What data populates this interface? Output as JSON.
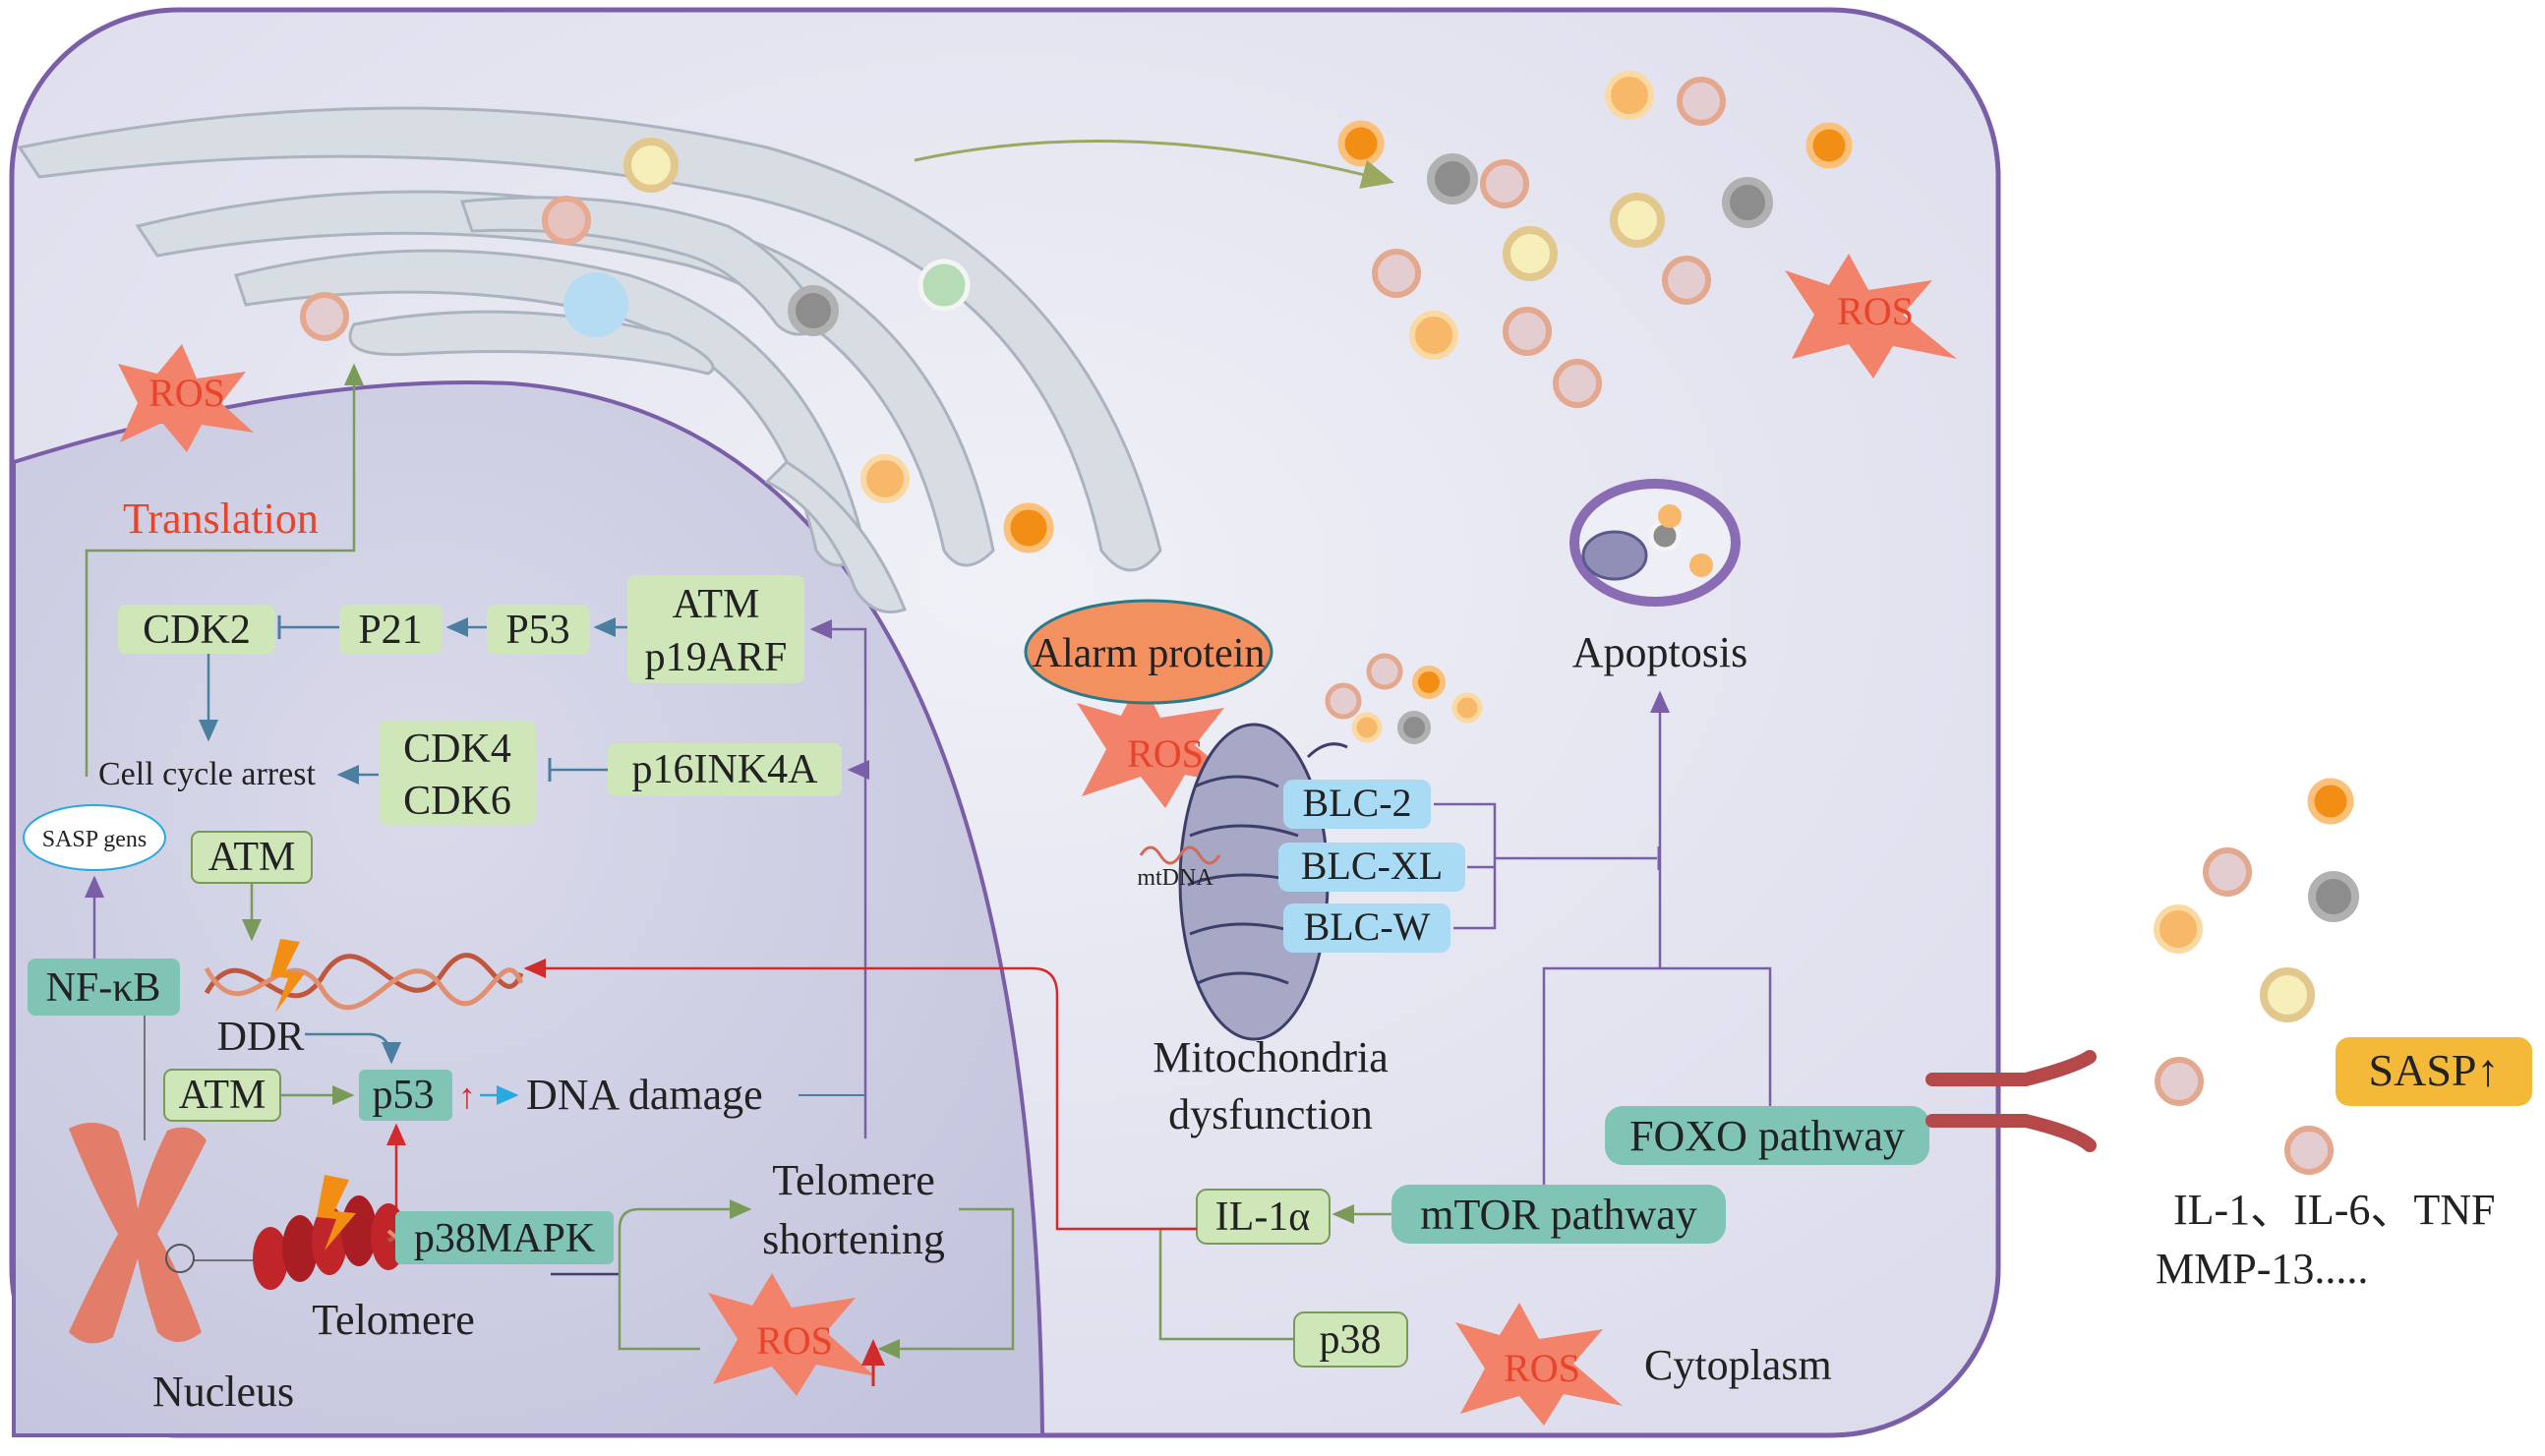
{
  "labels": {
    "translation": "Translation",
    "nucleus": "Nucleus",
    "cytoplasm": "Cytoplasm",
    "apoptosis": "Apoptosis",
    "mito_line1": "Mitochondria",
    "mito_line2": "dysfunction",
    "cell_cycle_arrest": "Cell cycle arrest",
    "ddr": "DDR",
    "dna_damage": "DNA damage",
    "telomere": "Telomere",
    "telomere_short_line1": "Telomere",
    "telomere_short_line2": "shortening",
    "mtdna": "mtDNA",
    "cytokines_line1": "IL-1、IL-6、TNF",
    "cytokines_line2": "MMP-13.....",
    "ros": "ROS"
  },
  "boxes": {
    "cdk2": "CDK2",
    "p21": "P21",
    "p53_top": "P53",
    "atm_top": "ATM",
    "p19arf": "p19ARF",
    "cdk4": "CDK4",
    "cdk6": "CDK6",
    "p16ink4a": "p16INK4A",
    "sasp_gens": "SASP gens",
    "atm_mid": "ATM",
    "nfkb": "NF-κB",
    "atm_bottom": "ATM",
    "p53_bottom": "p53",
    "p53_arrow": "↑",
    "p38mapk": "p38MAPK",
    "alarm": "Alarm protein",
    "blc2": "BLC-2",
    "blcxl": "BLC-XL",
    "blcw": "BLC-W",
    "il1a": "IL-1α",
    "mtor": "mTOR pathway",
    "foxo": "FOXO pathway",
    "p38": "p38",
    "sasp": "SASP↑"
  },
  "colors": {
    "cell_bg": "#e4e4f0",
    "cell_border": "#7a5fa8",
    "nucleus_bg": "#cdcde3",
    "green_box": "#cfe6b9",
    "teal_box": "#7fc4b4",
    "blue_box": "#a9dcf4",
    "ros": "#f2826a",
    "alarm": "#f2905f",
    "sasp": "#f5b93a",
    "red_text": "#e8432b"
  }
}
